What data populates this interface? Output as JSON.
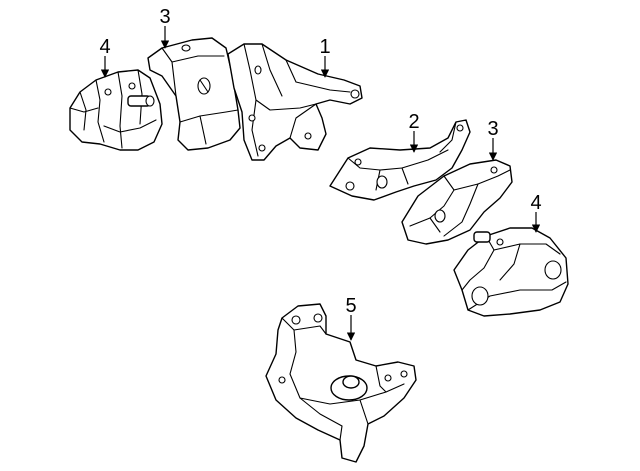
{
  "callouts": {
    "c1": "1",
    "c2": "2",
    "c3_top": "3",
    "c3_right": "3",
    "c4_left": "4",
    "c4_right": "4",
    "c5": "5"
  }
}
